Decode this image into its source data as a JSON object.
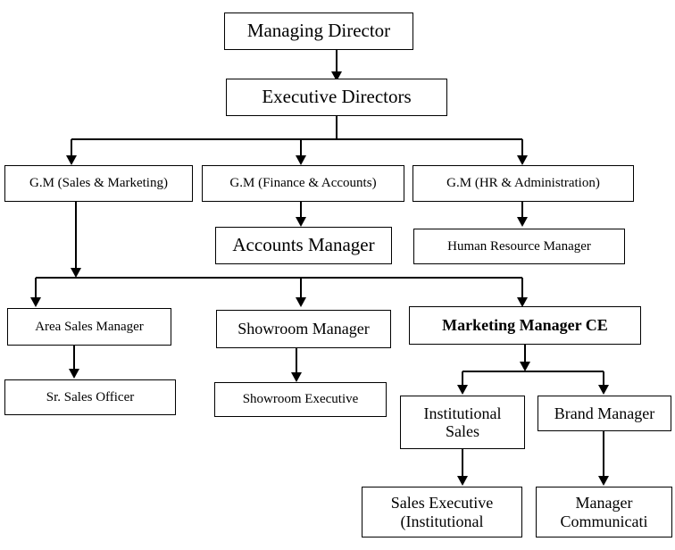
{
  "chart": {
    "kind": "organization-chart",
    "title": "",
    "background_color": "#ffffff",
    "line_color": "#000000",
    "text_color": "#000000"
  },
  "nodes": {
    "managing_director": "Managing  Director",
    "executive_directors": "Executive Directors",
    "gm_sales_marketing": "G.M (Sales & Marketing)",
    "gm_finance_accounts": "G.M (Finance & Accounts)",
    "gm_hr_administration": "G.M (HR & Administration)",
    "accounts_manager": "Accounts Manager",
    "human_resource_manager": "Human Resource Manager",
    "area_sales_manager": "Area Sales Manager",
    "showroom_manager": "Showroom Manager",
    "marketing_manager_ce": "Marketing Manager CE",
    "sr_sales_officer": "Sr. Sales Officer",
    "showroom_executive": "Showroom Executive",
    "institutional_sales": "Institutional\nSales",
    "brand_manager": "Brand Manager",
    "sales_executive_institutional": "Sales Executive\n(Institutional",
    "manager_communication": "Manager\nCommunicati"
  }
}
